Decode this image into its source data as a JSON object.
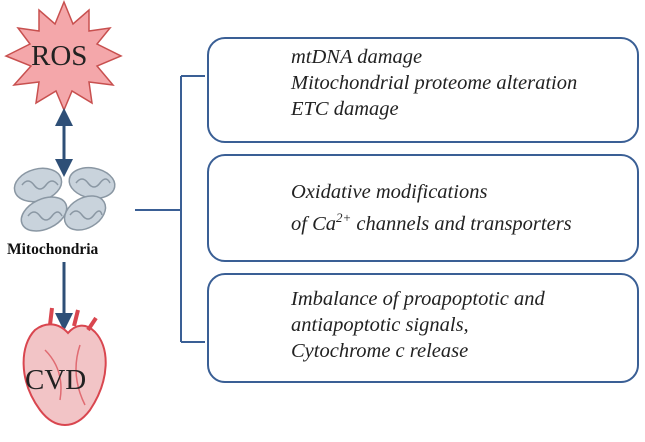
{
  "nodes": {
    "ros": "ROS",
    "mitochondria": "Mitochondria",
    "cvd": "CVD"
  },
  "boxes": [
    {
      "lines": [
        "mtDNA damage",
        "Mitochondrial proteome alteration",
        "ETC damage"
      ],
      "icon": "dna-ring-icon"
    },
    {
      "line1": "Oxidative modifications",
      "line2_pre": "of Ca",
      "line2_sup": "2+",
      "line2_post": " channels and transporters",
      "icon": "channel-proteins-icon"
    },
    {
      "lines": [
        "Imbalance of proapoptotic and",
        "antiapoptotic signals,",
        "Cytochrome c release"
      ],
      "icon": "apoptotic-cell-icon"
    }
  ],
  "colors": {
    "box_border": "#3a5f95",
    "arrow": "#2e4f77",
    "ros_fill": "#f4a7aa",
    "heart": "#d9464f"
  }
}
